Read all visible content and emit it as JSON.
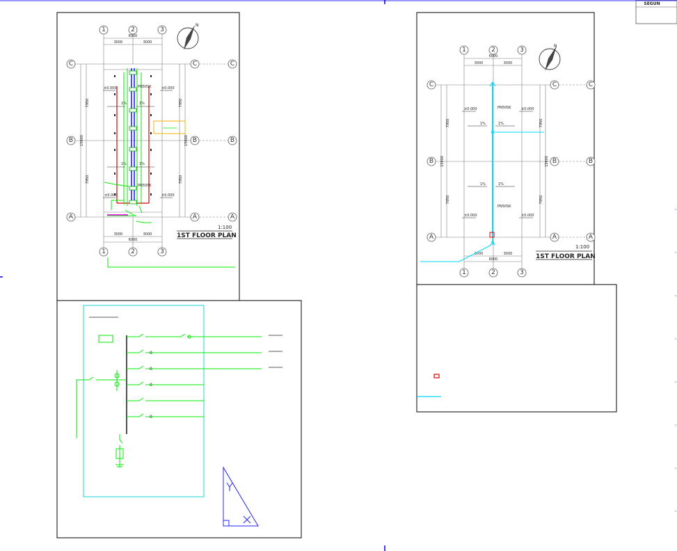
{
  "title_block": {
    "mark": "SEGUN"
  },
  "plan_left": {
    "title": "1ST FLOOR PLAN",
    "scale": "1:100",
    "col_axes": [
      "1",
      "2",
      "3"
    ],
    "row_axes": [
      "C",
      "B",
      "A"
    ],
    "dims_top_total": "6000",
    "dims_top": [
      "3000",
      "3000"
    ],
    "dims_bottom_total": "6000",
    "dims_bottom": [
      "3000",
      "3000"
    ],
    "dims_left": [
      "7950",
      "7950"
    ],
    "dims_left_total": "15900",
    "dims_right": [
      "7950",
      "7950"
    ],
    "dims_right_total": "15900",
    "levels": [
      "±0.000",
      "±0.000",
      "±0.000",
      "±0.000"
    ],
    "slopes": [
      "1%",
      "1%",
      "1%",
      "1%"
    ],
    "pipe_labels": [
      "PN50SK",
      "PN50SK"
    ],
    "north": "N"
  },
  "plan_right": {
    "title": "1ST FLOOR PLAN",
    "scale": "1:100",
    "col_axes": [
      "1",
      "2",
      "3"
    ],
    "row_axes": [
      "C",
      "B",
      "A"
    ],
    "dims_top_total": "6000",
    "dims_top": [
      "3000",
      "3000"
    ],
    "dims_bottom_total": "6000",
    "dims_bottom": [
      "3000",
      "3000"
    ],
    "dims_left": [
      "7950",
      "7950"
    ],
    "dims_left_total": "15900",
    "dims_right": [
      "7950",
      "7950"
    ],
    "dims_right_total": "15900",
    "levels": [
      "±0.000",
      "±0.000",
      "±0.000",
      "±0.000"
    ],
    "slopes": [
      "1%",
      "1%",
      "1%",
      "1%"
    ],
    "pipe_labels": [
      "PN50SK",
      "PN50SK"
    ],
    "north": "N"
  },
  "schematic": {
    "valve_marks": [
      "0",
      "0",
      "0",
      "0"
    ],
    "triangle_letters": [
      "Y",
      "X"
    ]
  },
  "colors": {
    "frame": "#000000",
    "grid": "#7a7a7a",
    "wall": "#e00000",
    "pipe_green": "#00ee00",
    "pipe_blue": "#2020ff",
    "pipe_cyan": "#00d8ff",
    "legend_box": "#00d0d0",
    "highlight": "#f0b000",
    "magenta": "#ff00ff",
    "page_guide": "#0000cc"
  }
}
